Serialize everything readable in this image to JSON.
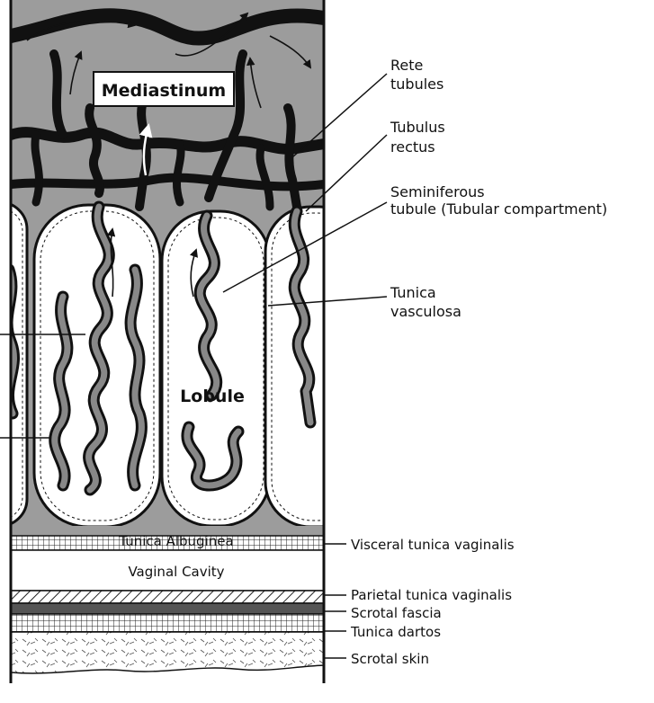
{
  "figure": {
    "inner_labels": {
      "mediastinum": "Mediastinum",
      "lobule": "Lobule",
      "tunica_albuginea": "Tunica Albuginea",
      "vaginal_cavity": "Vaginal Cavity"
    },
    "callouts": {
      "rete_line1": "Rete",
      "rete_line2": "tubules",
      "tubulus_line1": "Tubulus",
      "tubulus_line2": "rectus",
      "semini_line1": "Seminiferous",
      "semini_line2": "tubule (Tubular compartment)",
      "tunica_v_line1": "Tunica",
      "tunica_v_line2": "vasculosa"
    },
    "layer_labels": {
      "visceral": "Visceral tunica vaginalis",
      "parietal": "Parietal tunica vaginalis",
      "scrotal_fascia": "Scrotal fascia",
      "tunica_dartos": "Tunica dartos",
      "scrotal_skin": "Scrotal skin"
    }
  }
}
